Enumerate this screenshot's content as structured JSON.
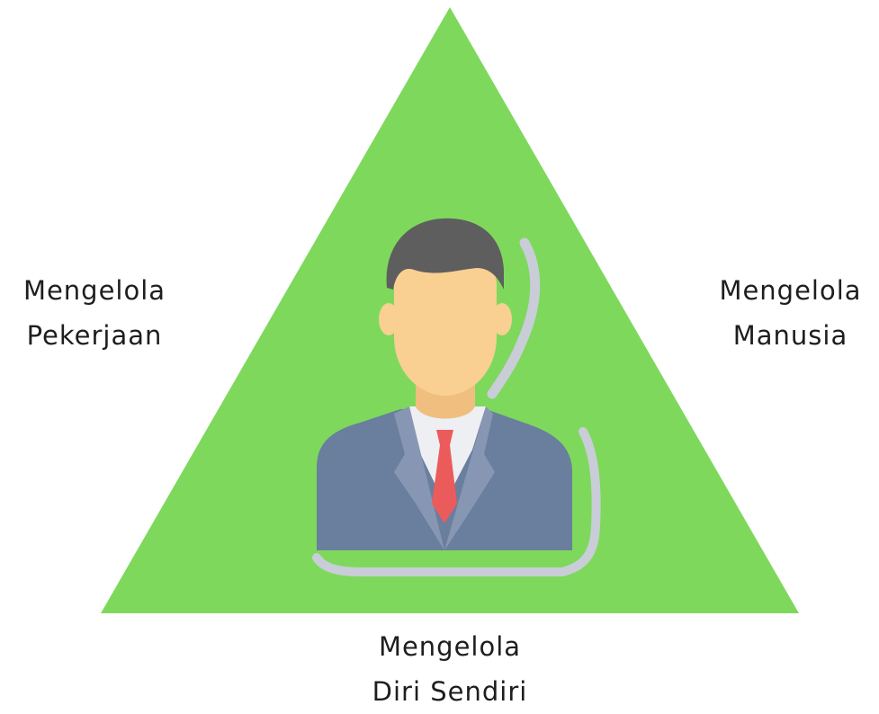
{
  "diagram": {
    "labels": {
      "left": {
        "line1": "Mengelola",
        "line2": "Pekerjaan"
      },
      "right": {
        "line1": "Mengelola",
        "line2": "Manusia"
      },
      "bottom": {
        "line1": "Mengelola",
        "line2": "Diri Sendiri"
      }
    },
    "center_icon": "businessman-icon",
    "colors": {
      "triangle": "#7ED85C",
      "hair": "#5E5E5E",
      "skin": "#F9CF92",
      "suit": "#6A7E9E",
      "lapel": "#8797B3",
      "shirt": "#EDEFF2",
      "tie": "#EC5B5B",
      "shadow": "#C9CDD7",
      "text": "#1E1E1E"
    }
  }
}
